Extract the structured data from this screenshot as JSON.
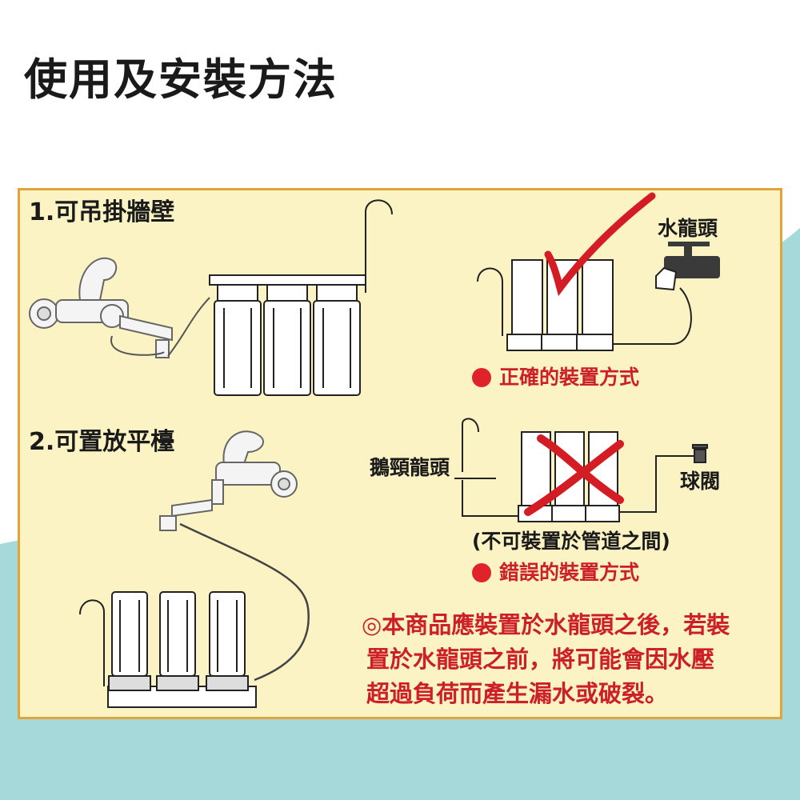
{
  "title": "使用及安裝方法",
  "section1": {
    "label": "1.可吊掛牆壁"
  },
  "section2": {
    "label": "2.可置放平檯"
  },
  "correct": {
    "faucet_label": "水龍頭",
    "legend": "正確的裝置方式"
  },
  "wrong": {
    "gooseneck_label": "鵝頸龍頭",
    "valve_label": "球閥",
    "caption": "(不可裝置於管道之間)",
    "legend": "錯誤的裝置方式"
  },
  "note": {
    "line1": "◎本商品應裝置於水龍頭之後，若裝",
    "line2": "置於水龍頭之前，將可能會因水壓",
    "line3": "超過負荷而產生漏水或破裂。"
  },
  "colors": {
    "panel_bg": "#fbf3c3",
    "panel_border": "#e0a43a",
    "accent_red": "#cc1f27",
    "teal": "#a6d9d9"
  }
}
